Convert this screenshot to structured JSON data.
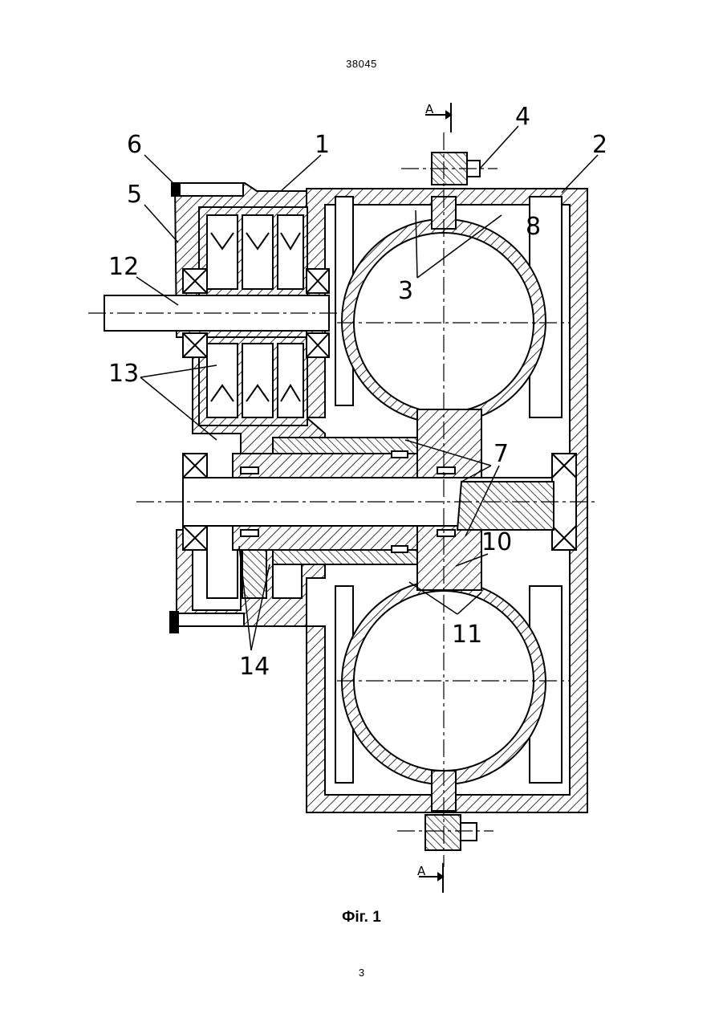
{
  "document": {
    "patent_number": "38045",
    "figure_caption": "Фіг. 1",
    "page_number": "3"
  },
  "section_marks": {
    "top": "A",
    "bottom": "A"
  },
  "callouts": [
    "1",
    "2",
    "3",
    "4",
    "5",
    "6",
    "7",
    "8",
    "10",
    "11",
    "12",
    "13",
    "14"
  ]
}
